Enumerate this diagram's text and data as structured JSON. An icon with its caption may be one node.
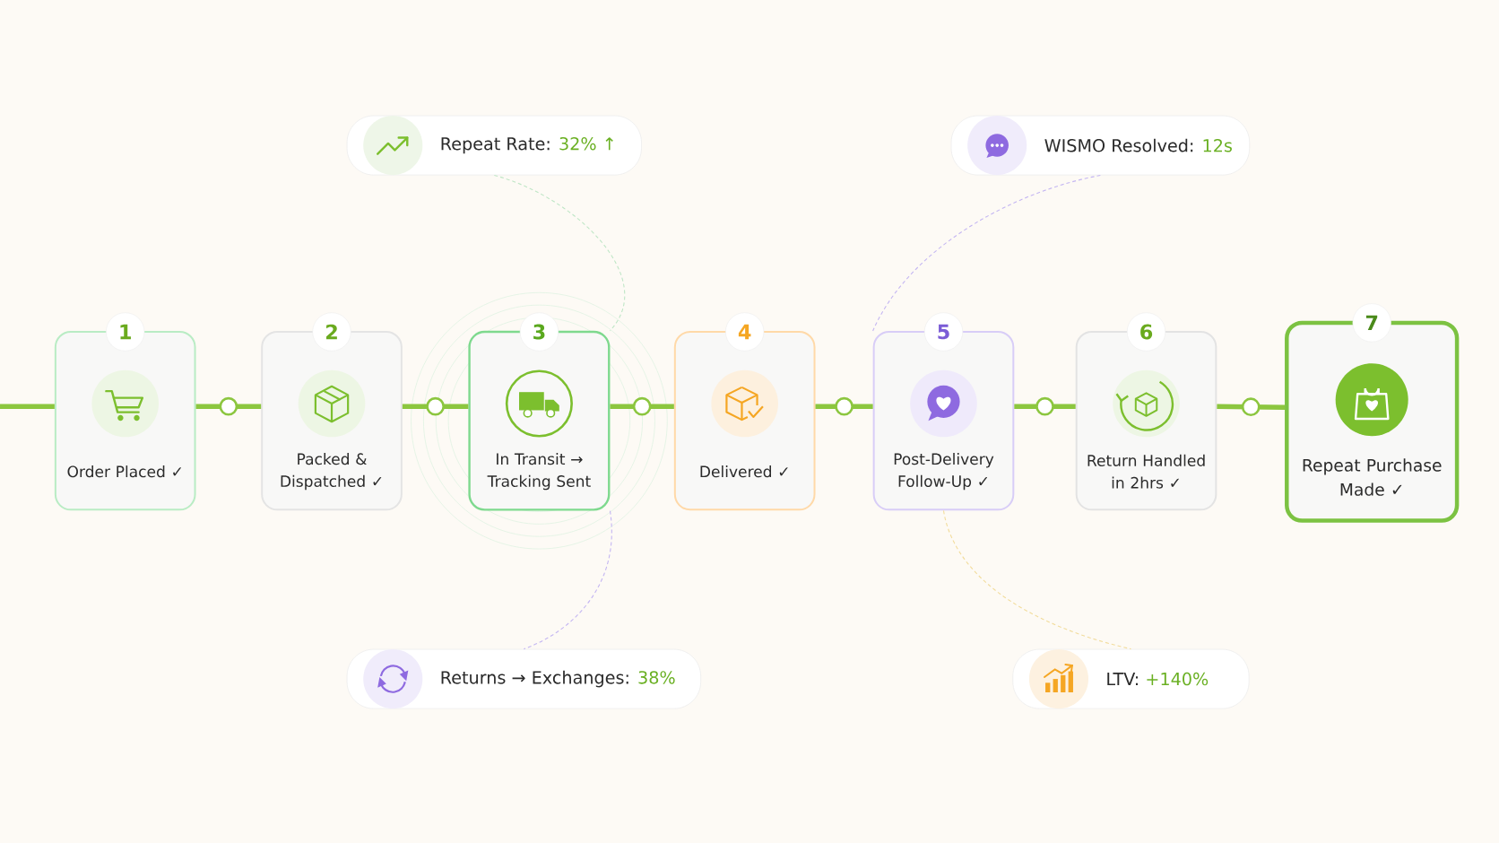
{
  "diagram": {
    "nodes": [
      {
        "text": [
          "Repeat Rate:",
          "32% ↑"
        ]
      },
      {
        "text": [
          "WISMO Resolved:",
          "12s"
        ]
      },
      {
        "text": [
          "1",
          "Order Placed ✓"
        ]
      },
      {
        "text": [
          "2",
          "Packed & Dispatched ✓"
        ]
      },
      {
        "text": [
          "3",
          "In Transit → Tracking Sent"
        ]
      },
      {
        "text": [
          "4",
          "Delivered ✓"
        ]
      },
      {
        "text": [
          "5",
          "Post-Delivery Follow-Up ✓"
        ]
      },
      {
        "text": [
          "6",
          "Return Handled in 2hrs ✓"
        ]
      },
      {
        "text": [
          "7",
          "Repeat Purchase Made ✓"
        ]
      },
      {
        "text": [
          "Returns → Exchanges:",
          "38%"
        ]
      },
      {
        "text": [
          "LTV:",
          "+140%"
        ]
      }
    ],
    "edges": [
      {
        "from": null,
        "to": 2,
        "arrow": "none"
      },
      {
        "from": 2,
        "to": 3,
        "arrow": "none"
      },
      {
        "from": 3,
        "to": 4,
        "arrow": "none"
      },
      {
        "from": 4,
        "to": 5,
        "arrow": "none"
      },
      {
        "from": 5,
        "to": 6,
        "arrow": "none"
      },
      {
        "from": 6,
        "to": 7,
        "arrow": "none"
      },
      {
        "from": 7,
        "to": 8,
        "arrow": "none"
      },
      {
        "from": 0,
        "to": 4,
        "arrow": "none",
        "style": "dashed",
        "color": "#bfe6c6"
      },
      {
        "from": 1,
        "to": 6,
        "arrow": "none",
        "style": "dashed",
        "color": "#c4b6f2"
      },
      {
        "from": 4,
        "to": 9,
        "arrow": "none",
        "style": "dashed",
        "color": "#c4b6f2"
      },
      {
        "from": 6,
        "to": 10,
        "arrow": "none",
        "style": "dashed",
        "color": "#f2dc9c"
      }
    ]
  }
}
